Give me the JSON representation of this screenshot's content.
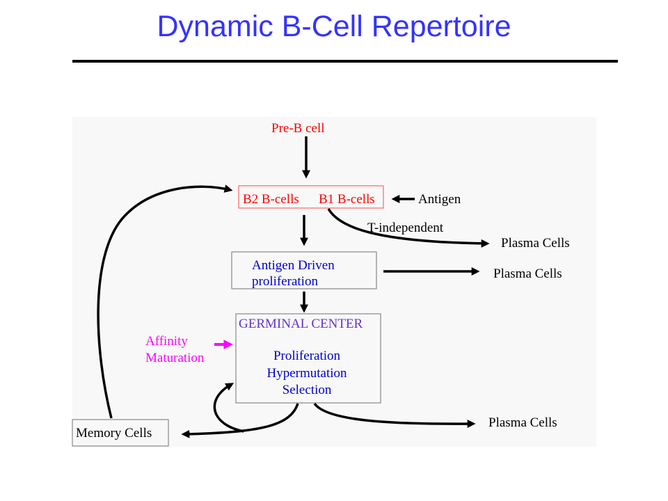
{
  "title": "Dynamic B-Cell Repertoire",
  "colors": {
    "title": "#3333ff",
    "red_label": "#ff0000",
    "blue_label": "#0000cc",
    "purple_label": "#6633cc",
    "magenta_label": "#ff00ff",
    "arrow": "#000000",
    "box_border": "#888888"
  },
  "nodes": {
    "pre_b": "Pre-B cell",
    "b2": "B2 B-cells",
    "b1": "B1 B-cells",
    "antigen": "Antigen",
    "t_independent": "T-independent",
    "plasma_1": "Plasma Cells",
    "antigen_driven_1": "Antigen Driven",
    "antigen_driven_2": "proliferation",
    "plasma_2": "Plasma Cells",
    "germinal_center": "GERMINAL CENTER",
    "proliferation": "Proliferation",
    "hypermutation": "Hypermutation",
    "selection": "Selection",
    "affinity_1": "Affinity",
    "affinity_2": "Maturation",
    "memory": "Memory Cells",
    "plasma_3": "Plasma Cells"
  }
}
